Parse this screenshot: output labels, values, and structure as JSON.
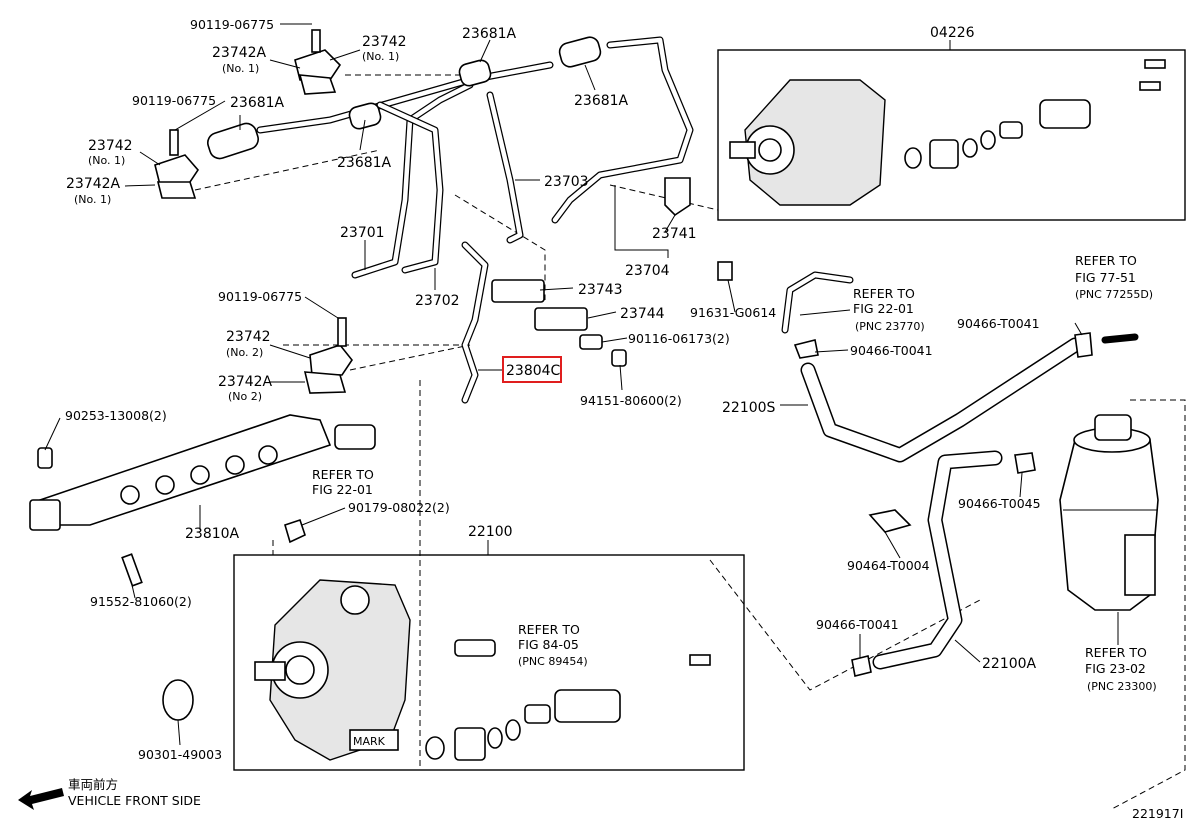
{
  "labels": {
    "p90119_a": "90119-06775",
    "p23742_a": "23742",
    "p23742_a_no": "(No. 1)",
    "p23742A_a": "23742A",
    "p23742A_a_no": "(No. 1)",
    "p90119_b": "90119-06775",
    "p23681A_a": "23681A",
    "p23742_b": "23742",
    "p23742_b_no": "(No. 1)",
    "p23742A_b": "23742A",
    "p23742A_b_no": "(No. 1)",
    "p23681A_top": "23681A",
    "p23681A_right": "23681A",
    "p23681A_mid": "23681A",
    "p23703": "23703",
    "p23701": "23701",
    "p23702": "23702",
    "p23741": "23741",
    "p23704": "23704",
    "p23743": "23743",
    "p23744": "23744",
    "p90116": "90116-06173(2)",
    "p23804C": "23804C",
    "p94151": "94151-80600(2)",
    "p90119_c": "90119-06775",
    "p23742_c": "23742",
    "p23742_c_no": "(No. 2)",
    "p23742A_c": "23742A",
    "p23742A_c_no": "(No 2)",
    "p90253": "90253-13008(2)",
    "p23810A": "23810A",
    "ref_22_01_a_1": "REFER TO",
    "ref_22_01_a_2": "FIG 22-01",
    "p90179": "90179-08022(2)",
    "p91552": "91552-81060(2)",
    "p22100": "22100",
    "ref_84_05_1": "REFER TO",
    "ref_84_05_2": "FIG 84-05",
    "ref_84_05_3": "(PNC 89454)",
    "mark": "MARK",
    "p90301": "90301-49003",
    "p04226": "04226",
    "p91631": "91631-G0614",
    "ref_22_01_b_1": "REFER TO",
    "ref_22_01_b_2": "FIG 22-01",
    "ref_22_01_b_3": "(PNC 23770)",
    "p90466_a": "90466-T0041",
    "ref_77_51_1": "REFER TO",
    "ref_77_51_2": "FIG 77-51",
    "ref_77_51_3": "(PNC 77255D)",
    "p90466_b": "90466-T0041",
    "p22100S": "22100S",
    "p90466_T0045": "90466-T0045",
    "p90464": "90464-T0004",
    "p90466_c": "90466-T0041",
    "p22100A": "22100A",
    "ref_23_02_1": "REFER TO",
    "ref_23_02_2": "FIG 23-02",
    "ref_23_02_3": "(PNC 23300)",
    "front_jp": "車両前方",
    "front_en": "VEHICLE FRONT SIDE",
    "diagram_id": "221917I"
  },
  "highlight": {
    "part": "23804C",
    "color": "#e01e1e"
  }
}
